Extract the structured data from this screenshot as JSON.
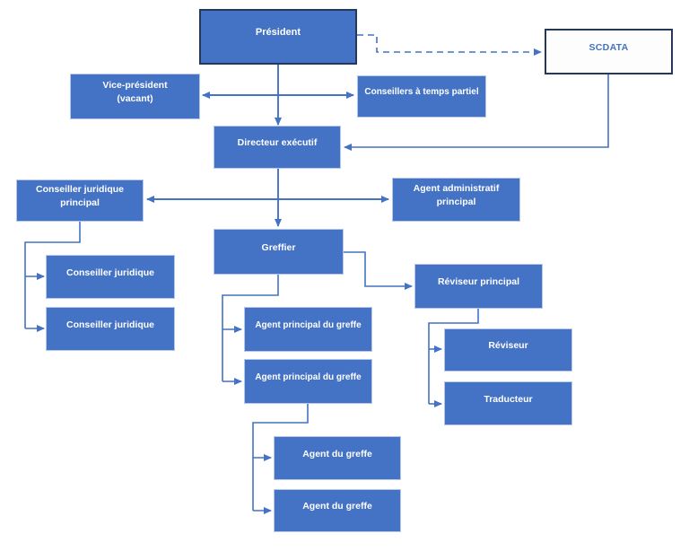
{
  "diagram": {
    "type": "org-chart",
    "language": "fr",
    "colors": {
      "background": "#ffffff",
      "node_fill": "#4472c4",
      "node_text": "#ffffff",
      "node_border_light": "#b6c8e8",
      "emphasis_border": "#24385b",
      "plain_node_fill": "#fcfdfc",
      "plain_node_text": "#4472c4",
      "connector": "#4472c4"
    },
    "nodes": {
      "president": {
        "label": "Président"
      },
      "scdata": {
        "label": "SCDATA"
      },
      "vice_president": {
        "label": "Vice-président\n(vacant)"
      },
      "conseillers_temps_partiel": {
        "label": "Conseillers à temps partiel"
      },
      "directeur_executif": {
        "label": "Directeur exécutif"
      },
      "conseiller_juridique_principal": {
        "label": "Conseiller juridique\nprincipal"
      },
      "agent_administratif_principal": {
        "label": "Agent administratif\nprincipal"
      },
      "greffier": {
        "label": "Greffier"
      },
      "conseiller_juridique_1": {
        "label": "Conseiller juridique"
      },
      "conseiller_juridique_2": {
        "label": "Conseiller juridique"
      },
      "agent_principal_greffe_1": {
        "label": "Agent principal du greffe"
      },
      "agent_principal_greffe_2": {
        "label": "Agent principal du greffe"
      },
      "reviseur_principal": {
        "label": "Réviseur principal"
      },
      "reviseur": {
        "label": "Réviseur"
      },
      "traducteur": {
        "label": "Traducteur"
      },
      "agent_greffe_1": {
        "label": "Agent  du greffe"
      },
      "agent_greffe_2": {
        "label": "Agent  du greffe"
      }
    },
    "edges": [
      {
        "from": "president",
        "to": "directeur_executif",
        "style": "solid",
        "arrow": "end"
      },
      {
        "from": "vice_president",
        "to": "conseillers_temps_partiel",
        "style": "solid",
        "arrow": "both"
      },
      {
        "from": "president",
        "to": "scdata",
        "style": "dashed",
        "arrow": "end"
      },
      {
        "from": "scdata",
        "to": "directeur_executif",
        "style": "solid",
        "arrow": "end"
      },
      {
        "from": "directeur_executif",
        "to": "greffier",
        "style": "solid",
        "arrow": "end"
      },
      {
        "from": "conseiller_juridique_principal",
        "to": "agent_administratif_principal",
        "style": "solid",
        "arrow": "both"
      },
      {
        "from": "conseiller_juridique_principal",
        "to": "conseiller_juridique_1",
        "style": "solid",
        "arrow": "end"
      },
      {
        "from": "conseiller_juridique_principal",
        "to": "conseiller_juridique_2",
        "style": "solid",
        "arrow": "end"
      },
      {
        "from": "greffier",
        "to": "agent_principal_greffe_1",
        "style": "solid",
        "arrow": "end"
      },
      {
        "from": "greffier",
        "to": "agent_principal_greffe_2",
        "style": "solid",
        "arrow": "end"
      },
      {
        "from": "greffier",
        "to": "reviseur_principal",
        "style": "solid",
        "arrow": "end"
      },
      {
        "from": "reviseur_principal",
        "to": "reviseur",
        "style": "solid",
        "arrow": "end"
      },
      {
        "from": "reviseur_principal",
        "to": "traducteur",
        "style": "solid",
        "arrow": "end"
      },
      {
        "from": "agent_principal_greffe_2",
        "to": "agent_greffe_1",
        "style": "solid",
        "arrow": "end"
      },
      {
        "from": "agent_principal_greffe_2",
        "to": "agent_greffe_2",
        "style": "solid",
        "arrow": "end"
      }
    ]
  }
}
